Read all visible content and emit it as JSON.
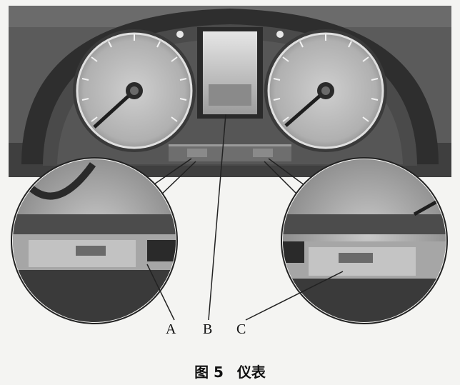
{
  "callouts": {
    "a": "A",
    "b": "B",
    "c": "C"
  },
  "caption": {
    "figure": "图 5",
    "title": "仪表"
  },
  "colors": {
    "background": "#f4f4f2",
    "cluster_dark": "#4a4a4a",
    "dial_face": "#b8b8b8",
    "ink": "#111111"
  }
}
